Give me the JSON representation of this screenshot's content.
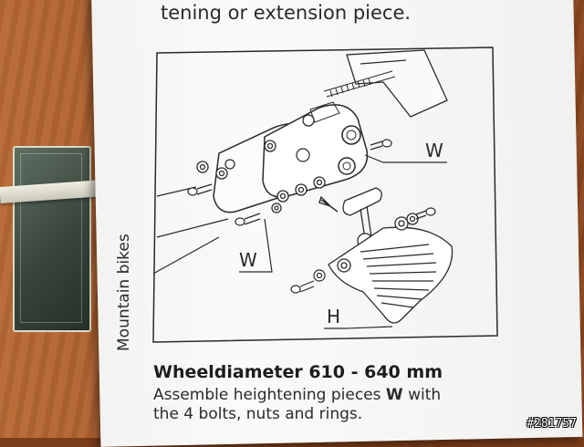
{
  "header": {
    "partial_text": "tening or extension piece."
  },
  "diagram": {
    "label_w_top": "W",
    "label_w_bottom": "W",
    "label_h": "H",
    "side_label": "Mountain bikes"
  },
  "caption": {
    "title": "Wheeldiameter 610 - 640 mm",
    "line1_prefix": "Assemble heightening pieces ",
    "line1_bold": "W",
    "line1_suffix": " with",
    "line2": "the 4 bolts, nuts and rings."
  },
  "watermark": "#281757"
}
